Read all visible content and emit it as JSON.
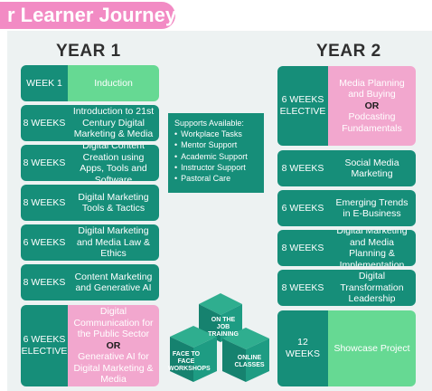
{
  "title": "r Learner Journey",
  "year1": {
    "heading": "YEAR 1",
    "rows": [
      {
        "weeks": "WEEK 1",
        "course": "Induction"
      },
      {
        "weeks": "8 WEEKS",
        "course": "Introduction to 21st Century Digital Marketing & Media"
      },
      {
        "weeks": "8 WEEKS",
        "course": "Digital Content Creation using Apps, Tools and Software"
      },
      {
        "weeks": "8 WEEKS",
        "course": "Digital Marketing Tools & Tactics"
      },
      {
        "weeks": "6 WEEKS",
        "course": "Digital Marketing and Media Law & Ethics"
      },
      {
        "weeks": "8 WEEKS",
        "course": "Content Marketing and Generative AI"
      },
      {
        "weeks": "6 WEEKS ELECTIVE",
        "course_a": "Digital Communication for the Public Sector",
        "or": "OR",
        "course_b": "Generative AI for Digital Marketing & Media"
      }
    ]
  },
  "year2": {
    "heading": "YEAR 2",
    "rows": [
      {
        "weeks": "6 WEEKS ELECTIVE",
        "course_a": "Media Planning and Buying",
        "or": "OR",
        "course_b": "Podcasting Fundamentals"
      },
      {
        "weeks": "8 WEEKS",
        "course": "Social Media Marketing"
      },
      {
        "weeks": "6 WEEKS",
        "course": "Emerging Trends in E-Business"
      },
      {
        "weeks": "8 WEEKS",
        "course": "Digital Marketing and Media Planning & Implementation"
      },
      {
        "weeks": "8 WEEKS",
        "course": "Digital Transformation Leadership"
      },
      {
        "weeks": "12 WEEKS",
        "course": "Showcase Project"
      }
    ]
  },
  "supports": {
    "title": "Supports Available:",
    "items": [
      "Workplace Tasks",
      "Mentor Support",
      "Academic Support",
      "Instructor Support",
      "Pastoral Care"
    ]
  },
  "cubes": {
    "top": "ON THE JOB TRAINING",
    "left": "FACE TO FACE WORKSHOPS",
    "right": "ONLINE CLASSES"
  },
  "colors": {
    "teal": "#168e79",
    "green": "#66d993",
    "pink": "#f2a7ce",
    "title_pink": "#f28bc4"
  }
}
